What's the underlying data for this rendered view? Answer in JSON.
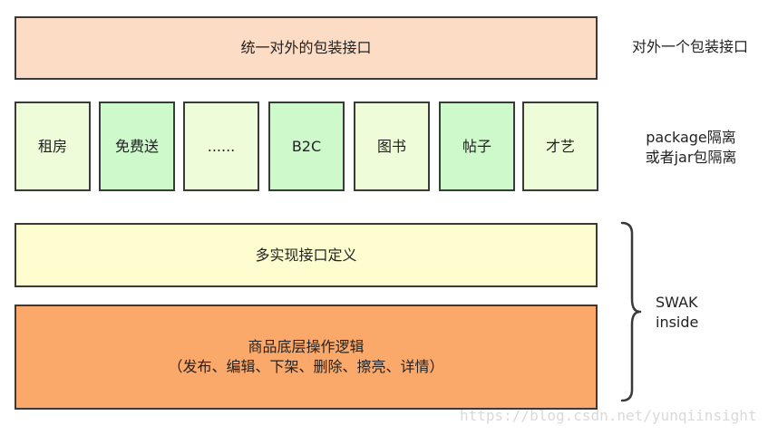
{
  "top_box": {
    "label": "统一对外的包装接口"
  },
  "modules": [
    {
      "label": "租房",
      "tone": "#eefcd9"
    },
    {
      "label": "免费送",
      "tone": "#cdf9cb"
    },
    {
      "label": "......",
      "tone": "#eefcd9"
    },
    {
      "label": "B2C",
      "tone": "#cdf9cb"
    },
    {
      "label": "图书",
      "tone": "#eefcd9"
    },
    {
      "label": "帖子",
      "tone": "#cdf9cb"
    },
    {
      "label": "才艺",
      "tone": "#eefcd9"
    }
  ],
  "define_box": {
    "label": "多实现接口定义"
  },
  "logic_box": {
    "line1": "商品底层操作逻辑",
    "line2": "（发布、编辑、下架、删除、擦亮、详情）"
  },
  "annotations": {
    "top": "对外一个包装接口",
    "package_line1": "package隔离",
    "package_line2": "或者jar包隔离",
    "swak_line1": "SWAK",
    "swak_line2": "inside"
  },
  "watermark": "https://blog.csdn.net/yunqiinsight",
  "colors": {
    "top_box": "#fcdcc4",
    "define_box": "#fdfdcf",
    "logic_box": "#fba96b",
    "border": "#3a3a3a"
  }
}
